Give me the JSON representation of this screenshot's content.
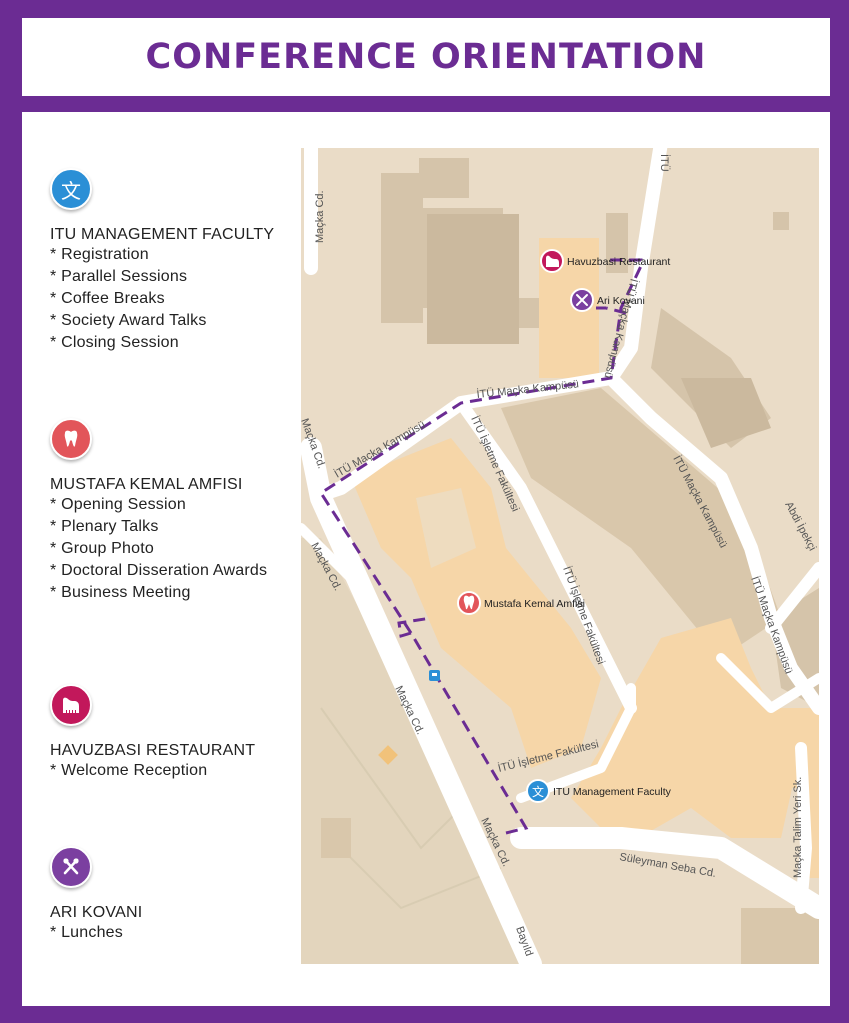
{
  "title": "CONFERENCE ORIENTATION",
  "colors": {
    "purple": "#6b2c93",
    "blue": "#2b8fd6",
    "red": "#e2555a",
    "magenta": "#c2185b",
    "violet": "#7b3fa0"
  },
  "legend": [
    {
      "icon": "language-icon",
      "color": "#2b8fd6",
      "title": "ITU MANAGEMENT FACULTY",
      "items": [
        "* Registration",
        "* Parallel Sessions",
        "* Coffee Breaks",
        "* Society Award Talks",
        "* Closing Session"
      ]
    },
    {
      "icon": "tooth-icon",
      "color": "#e2555a",
      "title": "MUSTAFA KEMAL AMFISI",
      "items": [
        "* Opening Session",
        "* Plenary Talks",
        "* Group Photo",
        "* Doctoral Disseration Awards",
        "* Business Meeting"
      ]
    },
    {
      "icon": "piano-icon",
      "color": "#c2185b",
      "title": "HAVUZBASI RESTAURANT",
      "items": [
        "* Welcome Reception"
      ]
    },
    {
      "icon": "fork-knife-icon",
      "color": "#7b3fa0",
      "title": "ARI KOVANI",
      "items": [
        "* Lunches"
      ]
    }
  ],
  "map": {
    "pins": {
      "havuzbasi": "Havuzbasi Restaurant",
      "arikovani": "Ari Kovani",
      "mustafa": "Mustafa Kemal Amfisi",
      "itu": "ITU Management Faculty"
    },
    "roads": {
      "macka_top": "Maçka Cd.",
      "macka_left": "Maçka Cd.",
      "macka_mid1": "Maçka Cd.",
      "macka_mid2": "Maçka Cd.",
      "macka_bottom": "Maçka Cd.",
      "bayildim": "Bayıld",
      "itu_top": "İTÜ",
      "kampus1": "İTÜ Maçka Kampüsü",
      "kampus2": "İTÜ Maçka Kampüsü",
      "kampus3": "İTÜ Maçka Kampüsü",
      "kampus4": "İTÜ Maçka Kampüsü",
      "kampus5": "İTÜ Maçka Kampüsü",
      "isletme1": "İTÜ İşletme Fakültesi",
      "isletme2": "İTÜ İşletme Fakültesi",
      "isletme3": "İTÜ İşletme Fakültesi",
      "abdi": "Abdi İpekçi",
      "suleyman": "Süleyman Seba Cd.",
      "talim": "Maçka Talim Yeri Sk."
    }
  }
}
